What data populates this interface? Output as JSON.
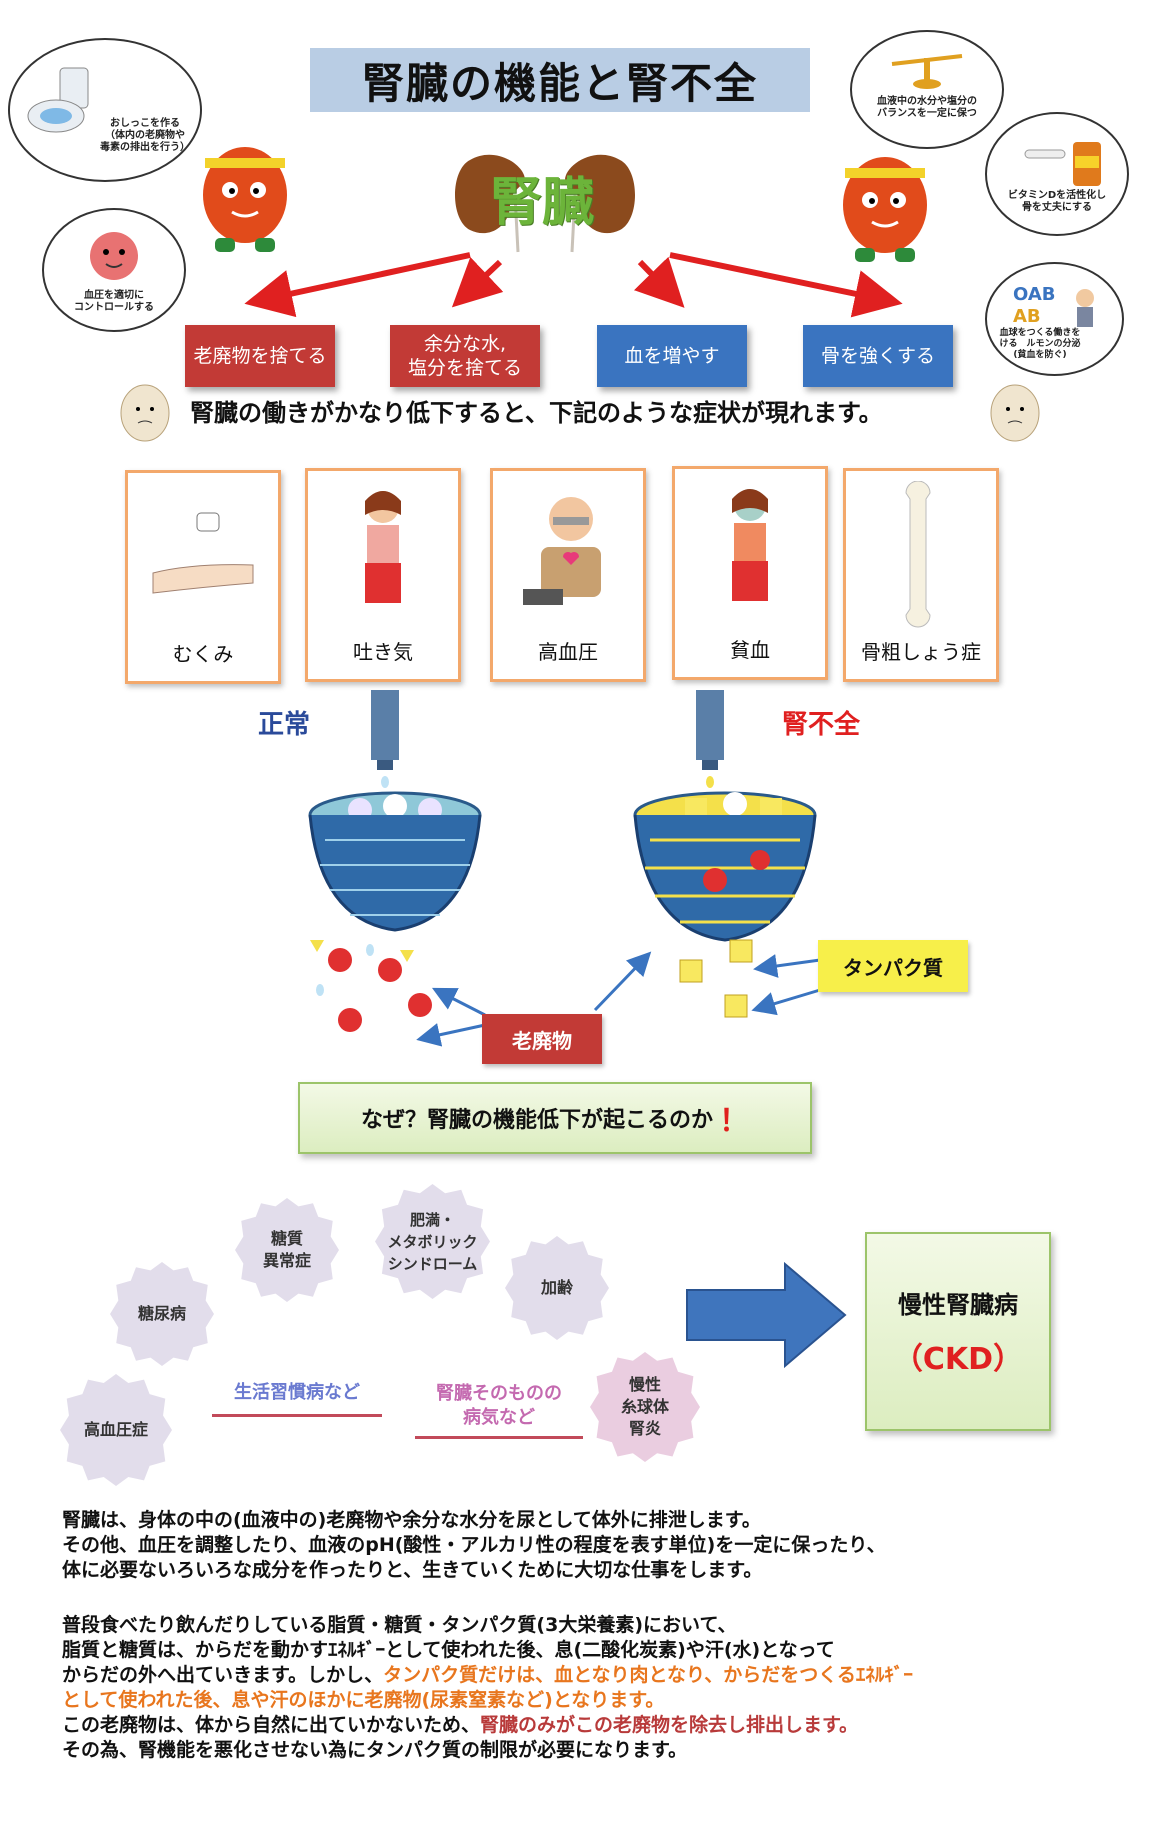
{
  "title": "腎臓の機能と腎不全",
  "kidney_label": "腎臓",
  "bubbles": {
    "toilet": "おしっこを作る\n（体内の老廃物や\n毒素の排出を行う）",
    "heart": "血圧を適切に\nコントロールする",
    "balance": "血液中の水分や塩分の\nバランスを一定に保つ",
    "vitamin": "ビタミンDを活性化し\n骨を丈夫にする",
    "blood": "血球をつくる働きを\nける　ルモンの分泌\n(貧血を防ぐ)"
  },
  "functions": [
    {
      "label": "老廃物を捨てる",
      "color": "red"
    },
    {
      "label": "余分な水,\n塩分を捨てる",
      "color": "red"
    },
    {
      "label": "血を増やす",
      "color": "blue"
    },
    {
      "label": "骨を強くする",
      "color": "blue"
    }
  ],
  "lead": "腎臓の働きがかなり低下すると、下記のような症状が現れます。",
  "symptoms": [
    "むくみ",
    "吐き気",
    "高血圧",
    "貧血",
    "骨粗しょう症"
  ],
  "normal_label": "正常",
  "failure_label": "腎不全",
  "protein_label": "タンパク質",
  "waste_label": "老廃物",
  "why": "なぜ？腎臓の機能低下が起こるのか",
  "why_mark": "！",
  "causes": {
    "diabetes": "糖尿病",
    "lipid": "糖質\n異常症",
    "obesity": "肥満・\nメタボリック\nシンドローム",
    "age": "加齢",
    "hypertension": "高血圧症",
    "nephritis": "慢性\n糸球体\n腎炎"
  },
  "group_lifestyle": "生活習慣病など",
  "group_kidney": "腎臓そのものの\n病気など",
  "ckd_title": "慢性腎臓病",
  "ckd_abbr": "（CKD）",
  "paragraph1": [
    "腎臓は、身体の中の(血液中の)老廃物や余分な水分を尿として体外に排泄します。",
    "その他、血圧を調整したり、血液のpH(酸性・アルカリ性の程度を表す単位)を一定に保ったり、",
    "体に必要ないろいろな成分を作ったりと、生きていくために大切な仕事をします。"
  ],
  "paragraph2": {
    "l1": "普段食べたり飲んだりしている脂質・糖質・タンパク質(3大栄養素)において、",
    "l2": "脂質と糖質は、からだを動かすｴﾈﾙｷﾞｰとして使われた後、息(二酸化炭素)や汗(水)となって",
    "l3a": "からだの外へ出ていきます。しかし、",
    "l3b": "タンパク質だけは、血となり肉となり、からだをつくるｴﾈﾙｷﾞｰ",
    "l4": "として使われた後、息や汗のほかに老廃物(尿素窒素など)となります。",
    "l5a": "この老廃物は、体から自然に出ていかないため、",
    "l5b": "腎臓のみがこの老廃物を除去し排出します。",
    "l6": "その為、腎機能を悪化させない為にタンパク質の制限が必要になります。"
  },
  "colors": {
    "accent_red": "#c23a36",
    "accent_blue": "#3a74c0",
    "orange": "#e8761e",
    "title_bg": "#b9cde4"
  }
}
